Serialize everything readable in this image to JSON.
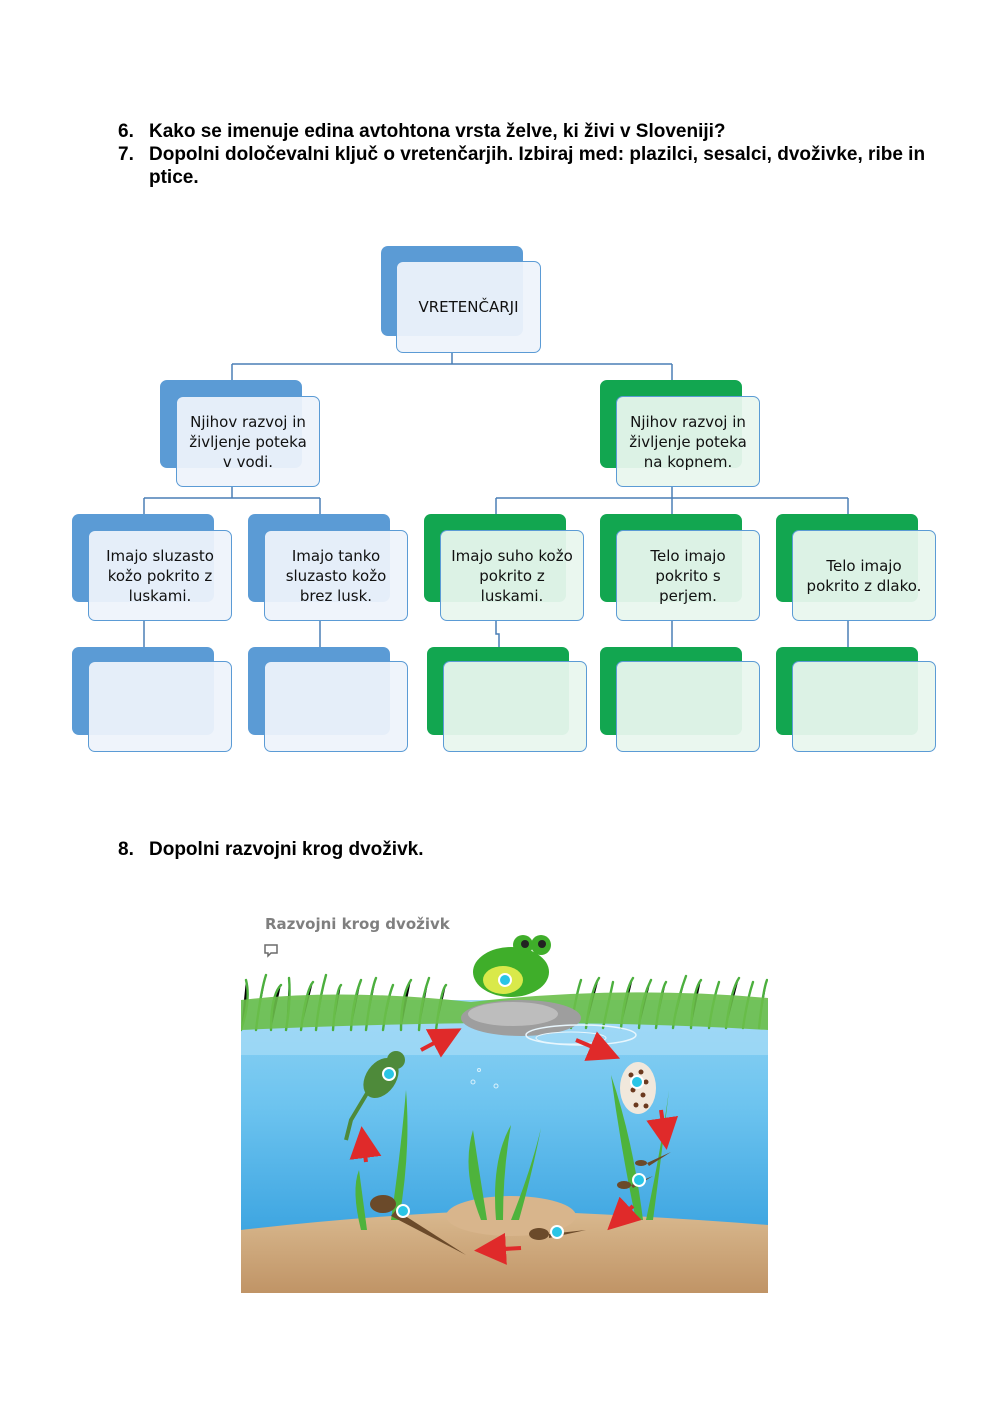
{
  "questions": [
    {
      "number": "6.",
      "text": "Kako se imenuje edina avtohtona vrsta želve, ki živi v Sloveniji?"
    },
    {
      "number": "7.",
      "text": "Dopolni določevalni ključ o vretenčarjih. Izbiraj med: plazilci, sesalci, dvoživke, ribe in ptice."
    },
    {
      "number": "8.",
      "text": "Dopolni razvojni krog dvoživk."
    }
  ],
  "tree": {
    "root": "VRETENČARJI",
    "water": "Njihov razvoj in življenje poteka v vodi.",
    "land": "Njihov razvoj in življenje poteka na kopnem.",
    "leaves": [
      "Imajo sluzasto kožo pokrito z luskami.",
      "Imajo tanko sluzasto kožo brez lusk.",
      "Imajo suho kožo pokrito z luskami.",
      "Telo imajo pokrito s perjem.",
      "Telo imajo pokrito z dlako."
    ],
    "answers": [
      "",
      "",
      "",
      "",
      ""
    ],
    "colors": {
      "water": "#5b9bd5",
      "land": "#12a650",
      "connector": "#4a7fb5"
    }
  },
  "cycle": {
    "title": "Razvojni krog dvoživk",
    "comment_icon": "comment-icon",
    "hotspot_color": "#29c5e6",
    "arrow_color": "#e02a2a"
  }
}
